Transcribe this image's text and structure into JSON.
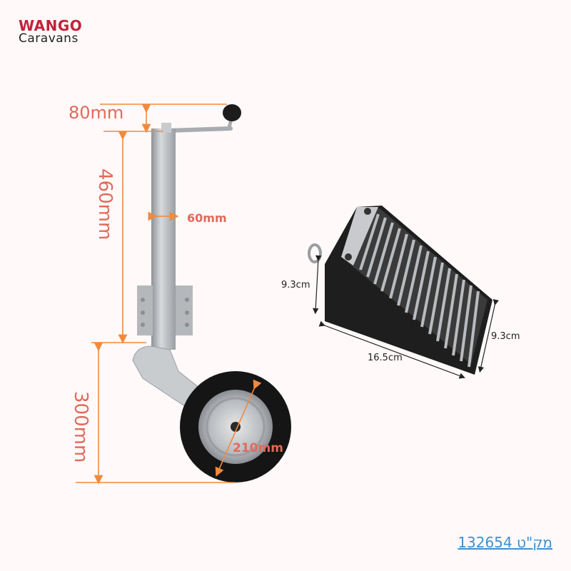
{
  "brand": {
    "line1": "WANGO",
    "line2": "Caravans",
    "accent_color": "#c0243a"
  },
  "jockey_wheel": {
    "dimensions": {
      "handle_height": "80mm",
      "tube_length": "460mm",
      "tube_diameter": "60mm",
      "wheel_height": "300mm",
      "wheel_diameter": "210mm"
    },
    "dimension_color": "#e2695a",
    "arrow_color": "#f08a3c"
  },
  "wheel_chock": {
    "dimensions": {
      "height_left": "9.3cm",
      "length": "16.5cm",
      "height_right": "9.3cm"
    }
  },
  "sku": {
    "text": "מק\"ט 132654",
    "color": "#3f8fce"
  },
  "background_color": "#fff9f9"
}
